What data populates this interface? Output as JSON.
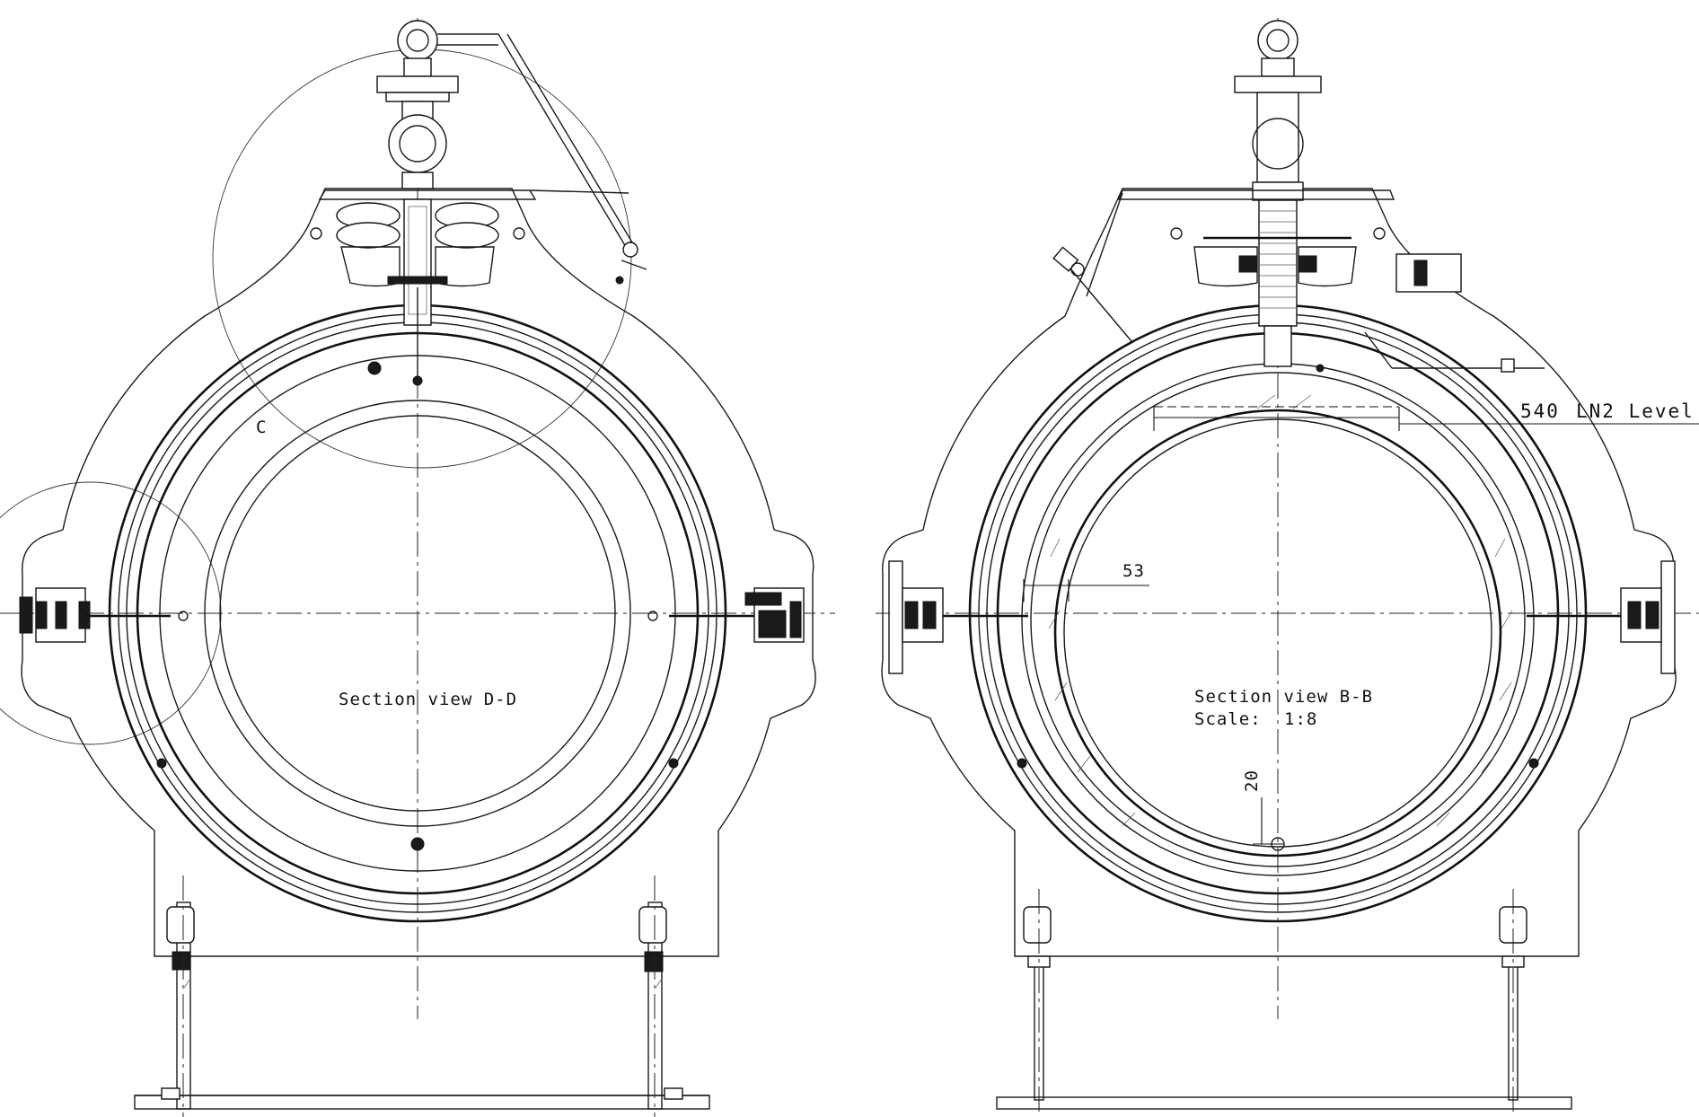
{
  "left_view": {
    "caption": "Section view D-D",
    "detail_marker": "C"
  },
  "right_view": {
    "caption": "Section view B-B",
    "scale_label": "Scale:",
    "scale_value": "1:8",
    "level_value": "540",
    "level_label": "LN2 Level",
    "dim_thickness": "53",
    "dim_gap": "20"
  }
}
